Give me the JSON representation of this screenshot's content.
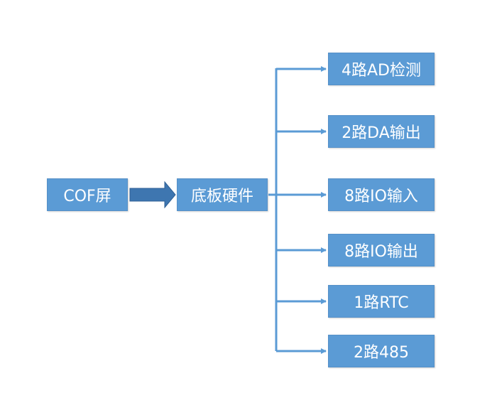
{
  "diagram": {
    "source": {
      "label": "COF屏"
    },
    "board": {
      "label": "底板硬件"
    },
    "outputs": [
      {
        "label": "4路AD检测"
      },
      {
        "label": "2路DA输出"
      },
      {
        "label": "8路IO输入"
      },
      {
        "label": "8路IO输出"
      },
      {
        "label": "1路RTC"
      },
      {
        "label": "2路485"
      }
    ],
    "colors": {
      "box_fill": "#5b9bd5",
      "box_text": "#ffffff",
      "connector": "#5b9bd5",
      "block_arrow_fill": "#3e76b0",
      "block_arrow_stroke": "#2e5f94"
    }
  }
}
